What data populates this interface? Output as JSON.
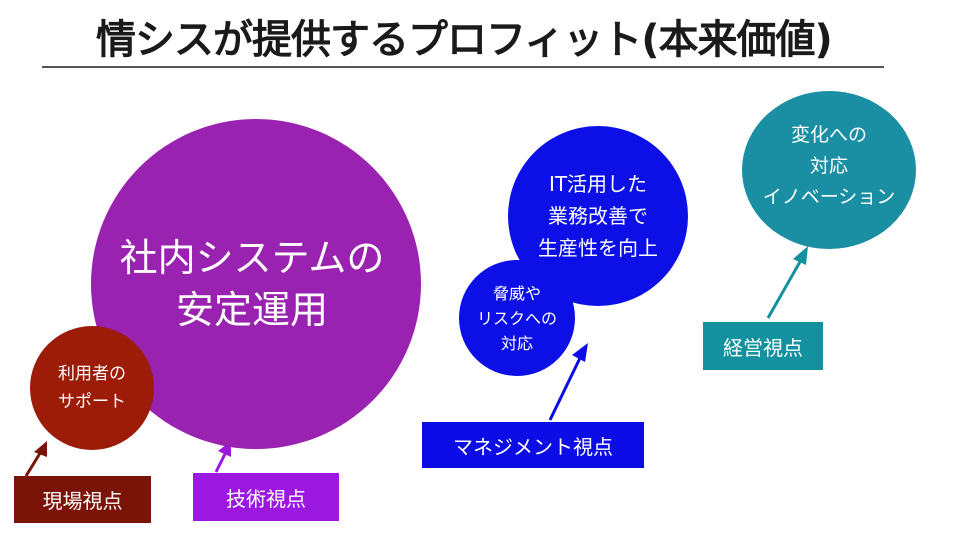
{
  "title": "情シスが提供するプロフィット(本来価値)",
  "colors": {
    "maroon": "#9c1c08",
    "purple": "#9a22b0",
    "blue": "#0c10e6",
    "teal": "#1a8ea2",
    "box_maroon": "#7a1408",
    "box_purple": "#9a18e0",
    "box_blue": "#0c0ce6",
    "box_teal": "#14919f"
  },
  "circles": {
    "user_support": "利用者の\nサポート",
    "stable_operation": "社内システムの\n安定運用",
    "threat_response": "脅威や\nリスクへの\n対応",
    "it_improvement": "IT活用した\n業務改善で\n生産性を向上",
    "innovation": "変化への\n対応\nイノベーション"
  },
  "labels": {
    "field": "現場視点",
    "technical": "技術視点",
    "management": "マネジメント視点",
    "executive": "経営視点"
  }
}
